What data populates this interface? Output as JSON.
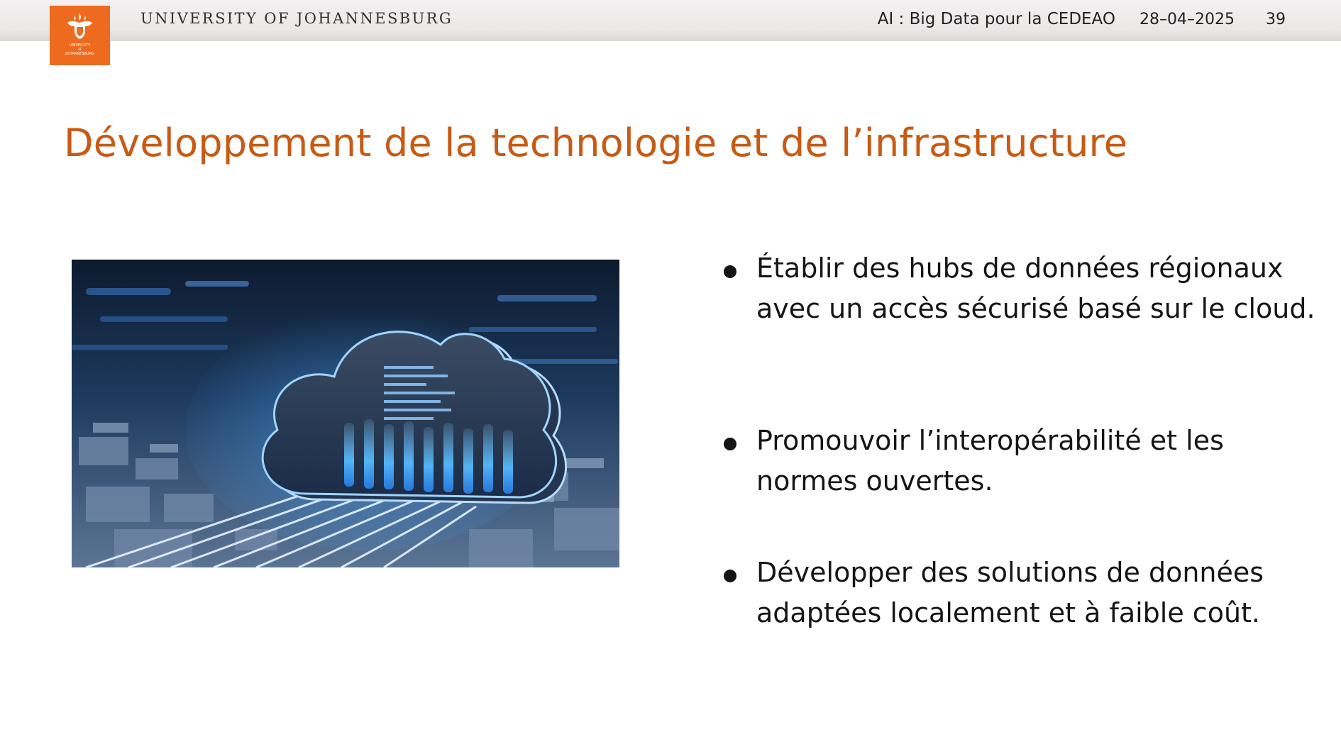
{
  "header": {
    "logo_text_line1": "UNIVERSITY",
    "logo_text_line2": "OF",
    "logo_text_line3": "JOHANNESBURG",
    "university_name": "UNIVERSITY OF JOHANNESBURG",
    "talk_title": "AI : Big Data pour la CEDEAO",
    "date": "28–04–2025",
    "page_number": "39"
  },
  "slide": {
    "title": "Développement de la technologie et de l’infrastructure",
    "image_icon": "cloud-computing-illustration",
    "bullets": [
      {
        "text": "Établir des hubs de données régionaux avec un accès sécurisé basé sur le cloud."
      },
      {
        "text": "Promouvoir l’interopérabilité et les normes ouvertes."
      },
      {
        "text": "Développer des solutions de données adaptées localement et à faible coût."
      }
    ]
  },
  "colors": {
    "accent": "#c85a13",
    "logo_bg": "#ee6a1e",
    "text": "#151515"
  }
}
